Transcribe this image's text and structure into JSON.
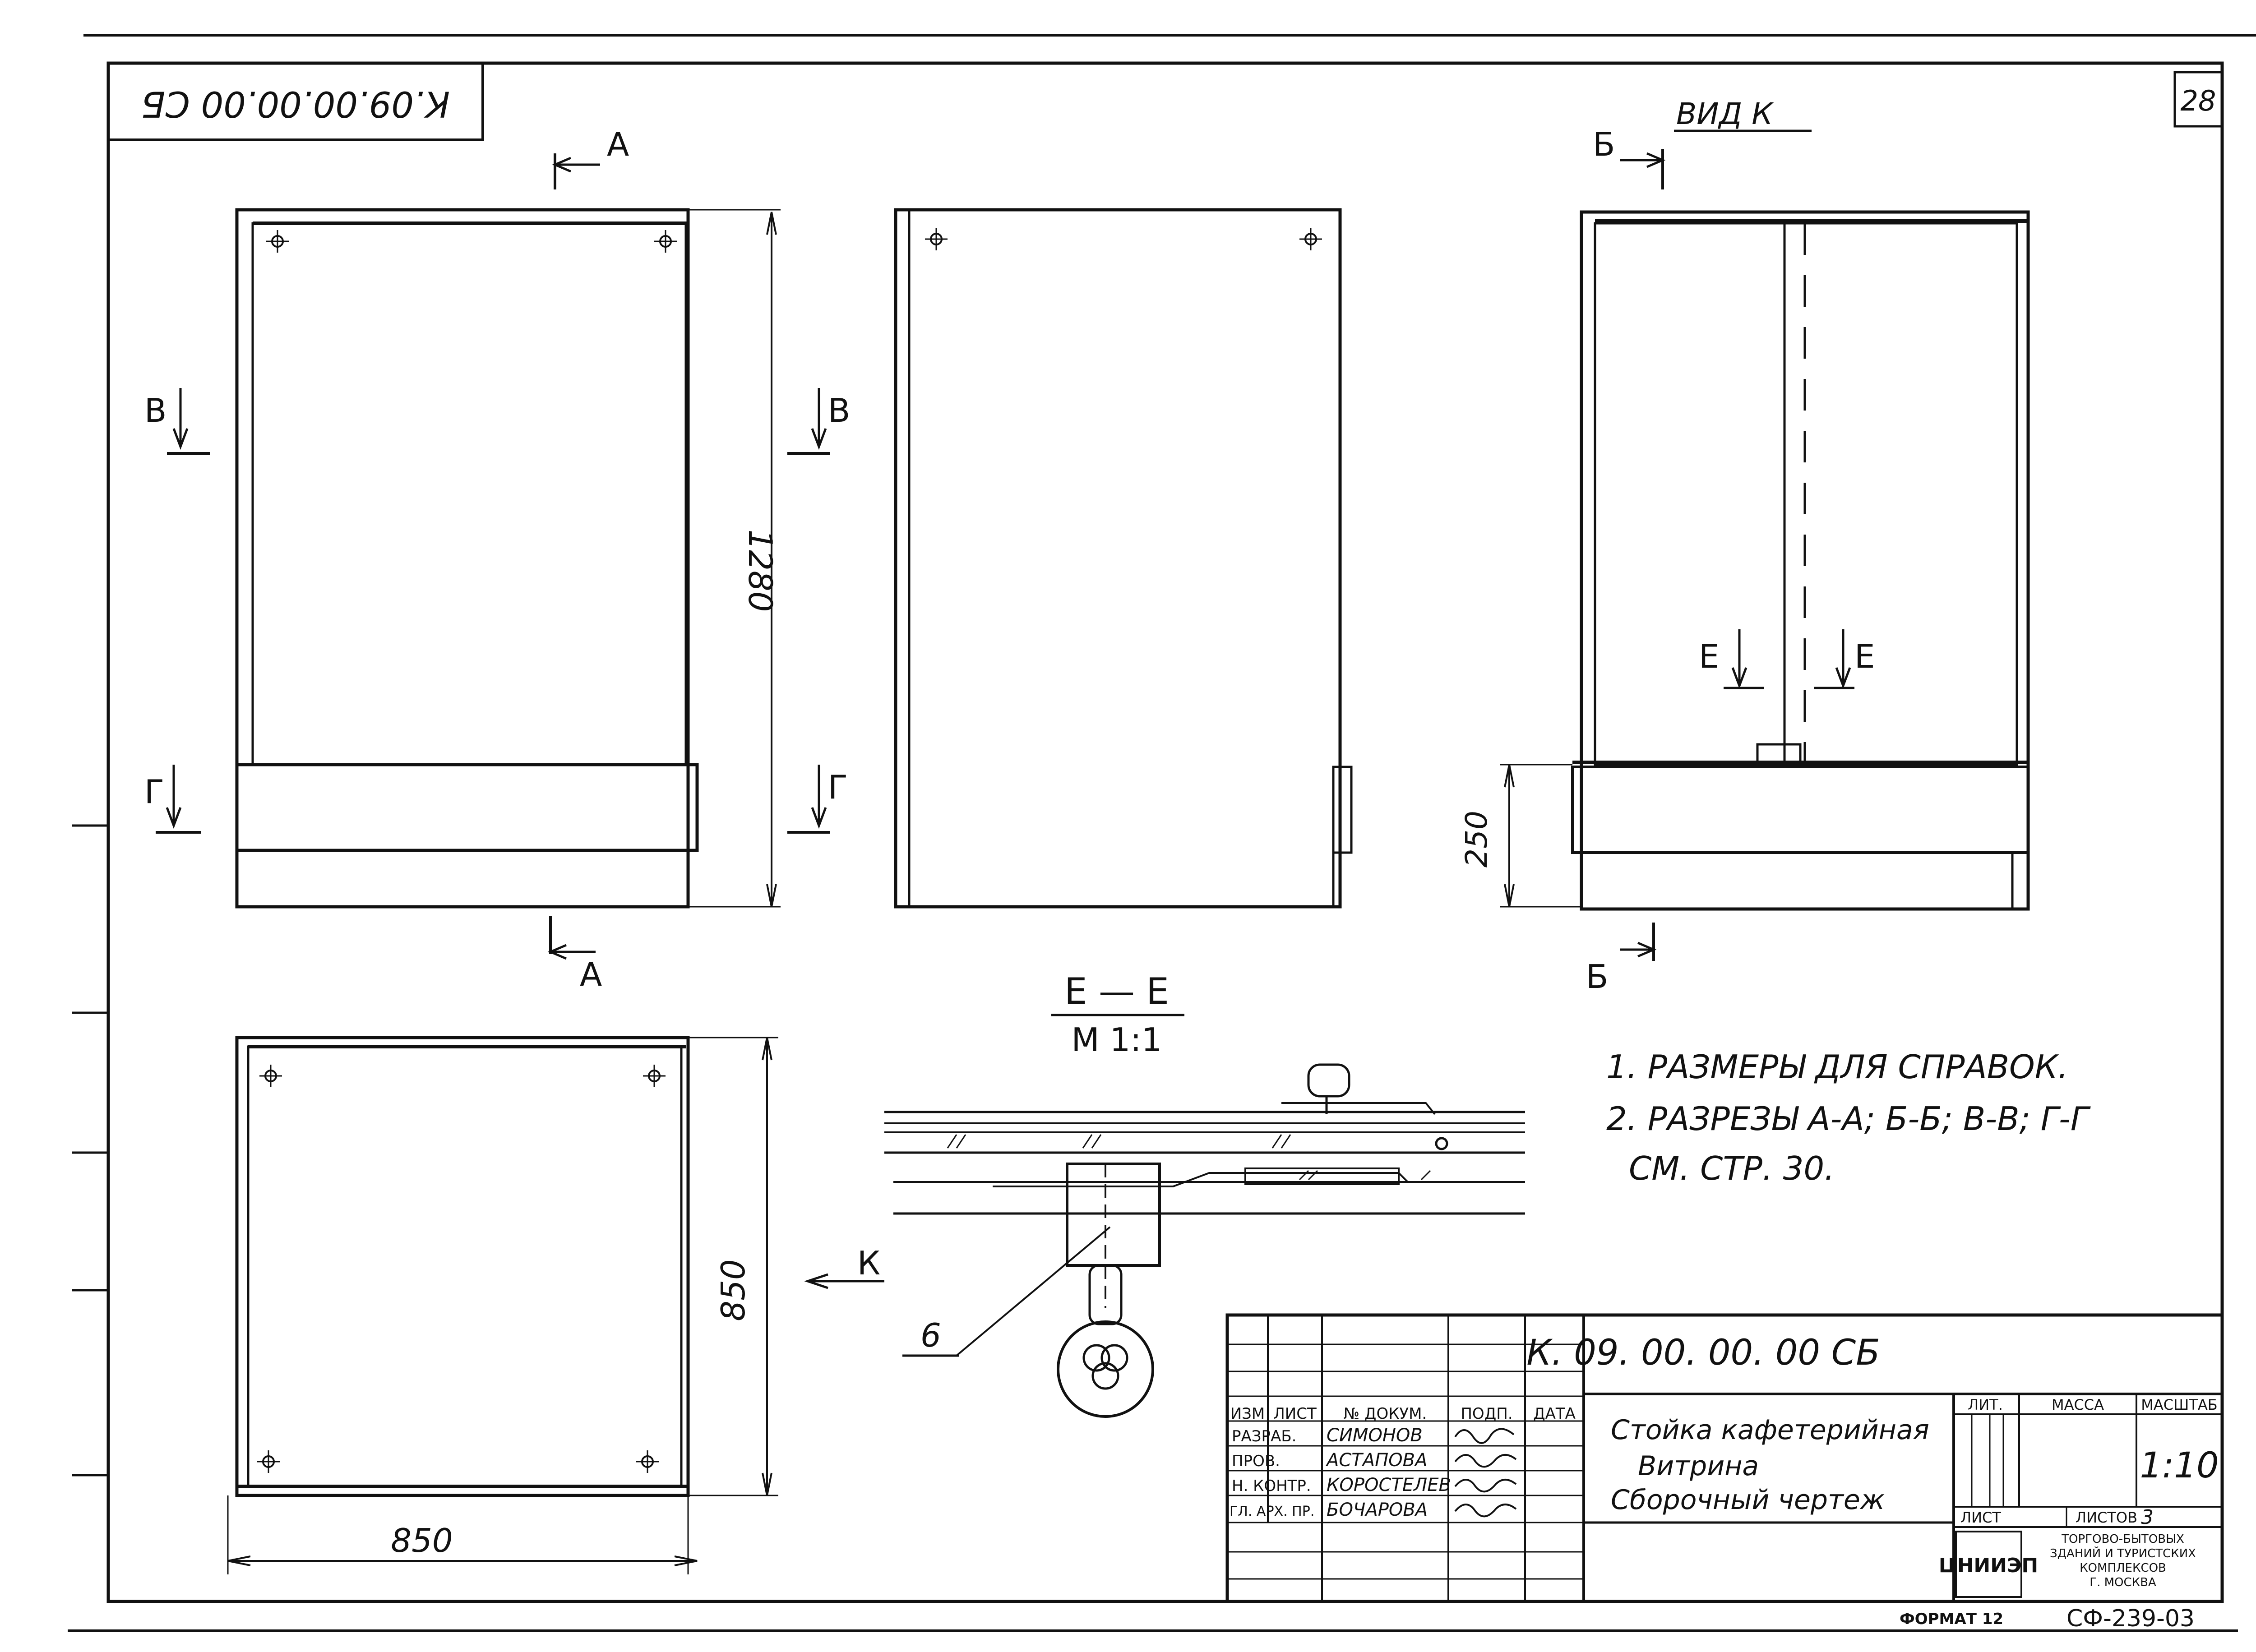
{
  "sheet": {
    "corner_code_rotated": "К.09.00.00.00 СБ",
    "sheet_number": "28",
    "format_label": "ФОРМАТ 12",
    "album_code": "СФ-239-03"
  },
  "views": {
    "section_a_top": "А",
    "section_a_bottom": "А",
    "section_v_left": "В",
    "section_v_right": "В",
    "section_g_left": "Г",
    "section_g_right": "Г",
    "view_k_title": "ВИД К",
    "section_b_top": "Б",
    "section_b_bottom": "Б",
    "section_e_left": "Е",
    "section_e_right": "Е",
    "arrow_k": "К"
  },
  "dimensions": {
    "height_1280": "1280",
    "height_250": "250",
    "depth_850": "850",
    "width_850": "850"
  },
  "detail": {
    "title": "Е — Е",
    "scale": "М 1:1",
    "callout": "6"
  },
  "notes": {
    "note1": "1. РАЗМЕРЫ ДЛЯ СПРАВОК.",
    "note2": "2. РАЗРЕЗЫ А-А; Б-Б; В-В; Г-Г",
    "note2b": "СМ. СТР. 30."
  },
  "title_block": {
    "designation": "К. 09. 00. 00. 00 СБ",
    "name_line1": "Стойка кафетерийная",
    "name_line2": "Витрина",
    "name_line3": "Сборочный чертеж",
    "hdr_izm": "ИЗМ",
    "hdr_list": "ЛИСТ",
    "hdr_ndoc": "№ ДОКУМ.",
    "hdr_podp": "ПОДП.",
    "hdr_data": "ДАТА",
    "role1": "РАЗРАБ.",
    "name1": "СИМОНОВ",
    "role2": "ПРОВ.",
    "name2": "АСТАПОВА",
    "role3": "Н. КОНТР.",
    "name3": "КОРОСТЕЛЕВ",
    "role4": "ГЛ. АРХ. ПР.",
    "name4": "БОЧАРОВА",
    "lit_hdr": "ЛИТ.",
    "mass_hdr": "МАССА",
    "scale_hdr": "МАСШТАБ",
    "scale_val": "1:10",
    "sheet_lbl": "ЛИСТ",
    "sheets_lbl": "ЛИСТОВ",
    "sheets_val": "3",
    "org_logo": "ЦНИИЭП",
    "org_line1": "ТОРГОВО-БЫТОВЫХ",
    "org_line2": "ЗДАНИЙ И ТУРИСТСКИХ",
    "org_line3": "КОМПЛЕКСОВ",
    "org_line4": "Г. МОСКВА"
  }
}
